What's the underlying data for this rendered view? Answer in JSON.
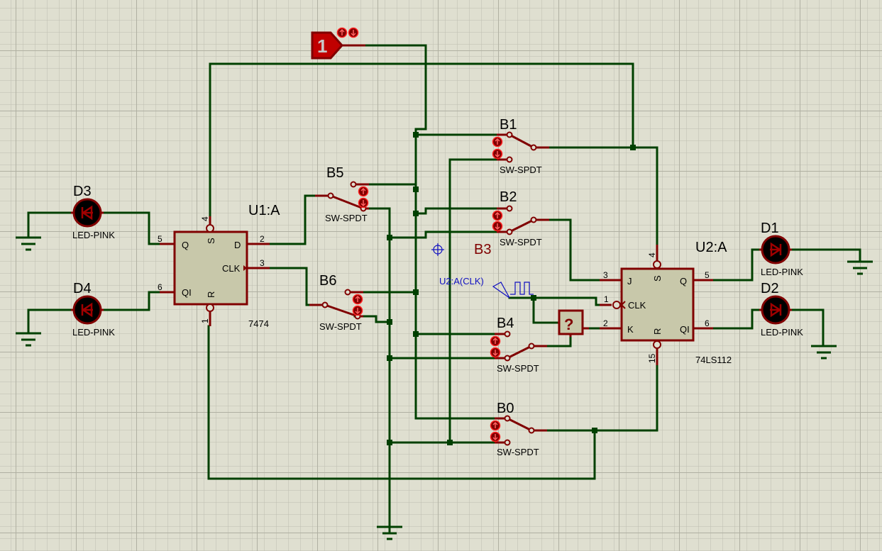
{
  "colors": {
    "background": "#dfdfd0",
    "grid": "#bdbdb0",
    "wire": "#004000",
    "pin": "#800000",
    "probe": "#1010c0"
  },
  "source": {
    "label": "1",
    "up_icon": "arrow-up-icon",
    "down_icon": "arrow-down-icon"
  },
  "u1": {
    "ref": "U1:A",
    "part": "7474",
    "pins": {
      "q": "Q",
      "qi": "QI",
      "s": "S",
      "r": "R",
      "d": "D",
      "clk": "CLK",
      "n_q": "5",
      "n_qi": "6",
      "n_s": "4",
      "n_r": "1",
      "n_d": "2",
      "n_clk": "3"
    }
  },
  "u2": {
    "ref": "U2:A",
    "part": "74LS112",
    "pins": {
      "j": "J",
      "k": "K",
      "clk": "CLK",
      "s": "S",
      "r": "R",
      "q": "Q",
      "qi": "QI",
      "n_j": "3",
      "n_k": "2",
      "n_clk": "1",
      "n_s": "4",
      "n_r": "15",
      "n_q": "5",
      "n_qi": "6"
    }
  },
  "leds": [
    {
      "ref": "D3",
      "part": "LED-PINK"
    },
    {
      "ref": "D4",
      "part": "LED-PINK"
    },
    {
      "ref": "D1",
      "part": "LED-PINK"
    },
    {
      "ref": "D2",
      "part": "LED-PINK"
    }
  ],
  "switches": [
    {
      "ref": "B5",
      "part": "SW-SPDT"
    },
    {
      "ref": "B6",
      "part": "SW-SPDT"
    },
    {
      "ref": "B1",
      "part": "SW-SPDT"
    },
    {
      "ref": "B2",
      "part": "SW-SPDT"
    },
    {
      "ref": "B4",
      "part": "SW-SPDT"
    },
    {
      "ref": "B0",
      "part": "SW-SPDT"
    }
  ],
  "b3_label": "B3",
  "logic_probe": {
    "label": "?"
  },
  "clock_probe": {
    "label": "U2:A(CLK)"
  }
}
